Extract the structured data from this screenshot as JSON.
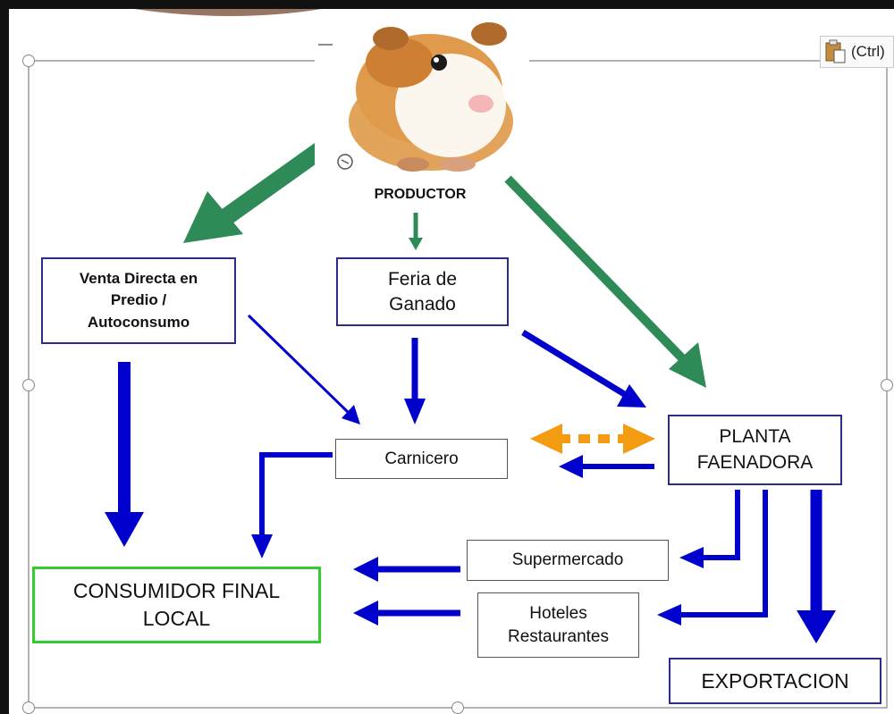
{
  "diagram": {
    "producer_label": "PRODUCTOR",
    "direct_sale": "Venta Directa en\nPredio /\nAutoconsumo",
    "livestock_fair": "Feria de\nGanado",
    "butcher": "Carnicero",
    "slaughterhouse": "PLANTA\nFAENADORA",
    "supermarket": "Supermercado",
    "hotels": "Hoteles\nRestaurantes",
    "final_consumer": "CONSUMIDOR FINAL\nLOCAL",
    "export": "EXPORTACION"
  },
  "toolbar": {
    "paste_label": "(Ctrl)",
    "paste_icon": "clipboard-icon"
  },
  "colors": {
    "green_arrow": "#2e8b57",
    "blue_arrow": "#0000cc",
    "orange_arrow": "#f39c12",
    "box_border": "#2d2d86",
    "consumer_border": "#33cc33"
  }
}
